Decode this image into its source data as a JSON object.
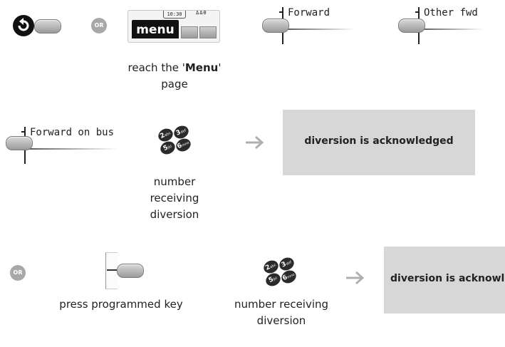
{
  "row1": {
    "or_label": "OR",
    "screen": {
      "time": "10:30",
      "status": "ΔΔΘ",
      "menu_tab": "menu"
    },
    "softkey_forward": "Forward",
    "softkey_other_fwd": "Other fwd",
    "caption_prefix": "reach the '",
    "caption_bold": "Menu",
    "caption_suffix": "'",
    "caption_line2": "page"
  },
  "row2": {
    "softkey_forward_on_bus": "Forward on bus",
    "dialpad_caption": [
      "number",
      "receiving",
      "diversion"
    ],
    "result_box": "diversion is acknowledged"
  },
  "row3": {
    "or_label": "OR",
    "programmed_key_caption": "press programmed key",
    "dialpad_caption": [
      "number receiving",
      "diversion"
    ],
    "result_box": "diversion is acknowledged"
  },
  "dialpad_keys": [
    {
      "num": "2",
      "letters": "abc"
    },
    {
      "num": "3",
      "letters": "def"
    },
    {
      "num": "5",
      "letters": "jkl"
    },
    {
      "num": "6",
      "letters": "mno"
    }
  ],
  "colors": {
    "box": "#d7d7d7",
    "arrow": "#b0b0b0",
    "key": "#a8a8a8"
  }
}
